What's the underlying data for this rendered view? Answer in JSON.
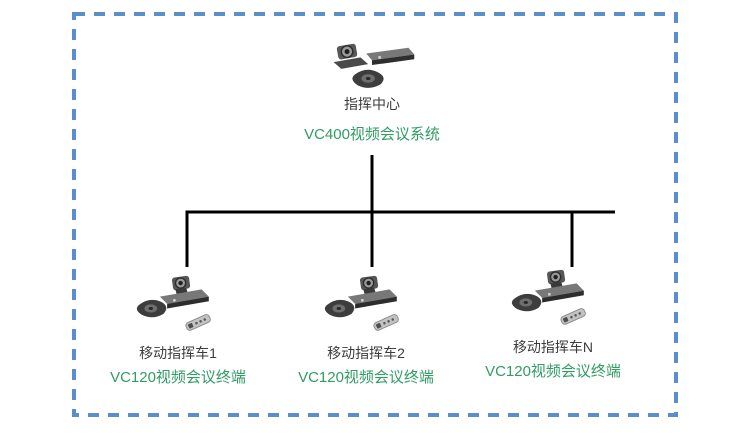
{
  "diagram": {
    "type": "topology-tree",
    "root": {
      "title": "指挥中心",
      "subtitle": "VC400视频会议系统",
      "icon": "vc400-endpoint-icon"
    },
    "children": [
      {
        "title": "移动指挥车1",
        "subtitle": "VC120视频会议终端",
        "icon": "vc120-endpoint-icon"
      },
      {
        "title": "移动指挥车2",
        "subtitle": "VC120视频会议终端",
        "icon": "vc120-endpoint-icon"
      },
      {
        "title": "移动指挥车N",
        "subtitle": "VC120视频会议终端",
        "icon": "vc120-endpoint-icon"
      }
    ]
  },
  "colors": {
    "border_blue": "#5b8fcb",
    "line_black": "#000000",
    "title_gray": "#3c3c3c",
    "accent_green": "#2f9d63"
  }
}
